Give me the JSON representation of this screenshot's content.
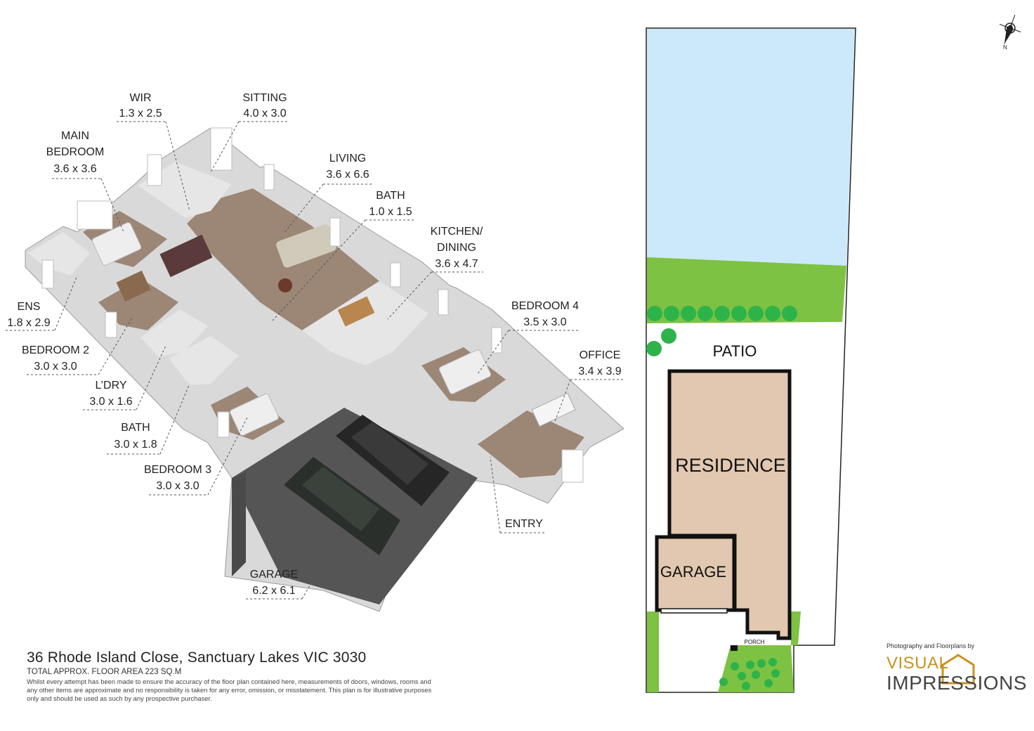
{
  "rooms": [
    {
      "key": "wir",
      "name": [
        "WIR"
      ],
      "size": "1.3 x 2.5"
    },
    {
      "key": "sitting",
      "name": [
        "SITTING"
      ],
      "size": "4.0 x 3.0"
    },
    {
      "key": "main_bedroom",
      "name": [
        "MAIN",
        "BEDROOM"
      ],
      "size": "3.6 x 3.6"
    },
    {
      "key": "living",
      "name": [
        "LIVING"
      ],
      "size": "3.6 x 6.6"
    },
    {
      "key": "bath1",
      "name": [
        "BATH"
      ],
      "size": "1.0 x 1.5"
    },
    {
      "key": "kitchen",
      "name": [
        "KITCHEN/",
        "DINING"
      ],
      "size": "3.6 x 4.7"
    },
    {
      "key": "bedroom4",
      "name": [
        "BEDROOM 4"
      ],
      "size": "3.5 x 3.0"
    },
    {
      "key": "office",
      "name": [
        "OFFICE"
      ],
      "size": "3.4 x 3.9"
    },
    {
      "key": "ens",
      "name": [
        "ENS"
      ],
      "size": "1.8 x 2.9"
    },
    {
      "key": "bedroom2",
      "name": [
        "BEDROOM 2"
      ],
      "size": "3.0 x 3.0"
    },
    {
      "key": "ldry",
      "name": [
        "L’DRY"
      ],
      "size": "3.0 x 1.6"
    },
    {
      "key": "bath2",
      "name": [
        "BATH"
      ],
      "size": "3.0 x 1.8"
    },
    {
      "key": "bedroom3",
      "name": [
        "BEDROOM 3"
      ],
      "size": "3.0 x 3.0"
    },
    {
      "key": "entry",
      "name": [
        "ENTRY"
      ],
      "size": ""
    },
    {
      "key": "garage",
      "name": [
        "GARAGE"
      ],
      "size": "6.2 x 6.1"
    }
  ],
  "site_plan": {
    "patio": "PATIO",
    "residence": "RESIDENCE",
    "garage": "GARAGE",
    "porch": "PORCH",
    "north": "N",
    "colors": {
      "pool": "#cce9fb",
      "lawn": "#7dc242",
      "building": "#e2c8b0",
      "tree": "#2db34a"
    }
  },
  "footer": {
    "address": "36 Rhode Island Close, Sanctuary Lakes VIC 3030",
    "area": "TOTAL APPROX. FLOOR AREA 223 SQ.M",
    "disclaimer": "Whilst every attempt has been made to ensure the accuracy of the floor plan contained here, measurements of doors, windows, rooms and any other items are approximate and no responsibility is taken for any error, omission, or misstatement. This plan is for illustrative purposes only and should be used as such by any prospective purchaser."
  },
  "brand": {
    "caption": "Photography and Floorplans by",
    "line1": "VISUAL",
    "line2": "IMPRESSIONS",
    "accent": "#c9921e"
  }
}
